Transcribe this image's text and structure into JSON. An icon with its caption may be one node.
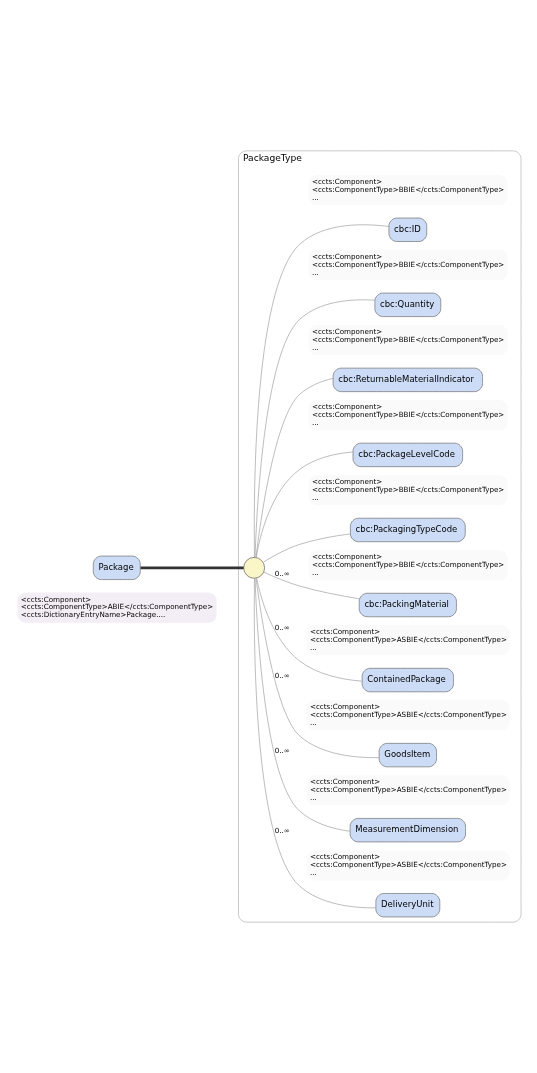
{
  "diagram": {
    "nodes": [
      {
        "text": [
          "Package"
        ],
        "beside": [
          "<ccts:Component> <ccts:ComponentType>ABIE</ccts:ComponentType> <ccts:DictionaryEntryName>Package...."
        ]
      },
      {
        "text": [
          "PackageType"
        ]
      },
      {
        "text": [],
        "shape": "circle",
        "in": 1
      },
      {
        "text": [
          "cbc:ID"
        ],
        "in": 1,
        "beside": [
          "<ccts:Component> <ccts:ComponentType>BBIE</ccts:ComponentType> ..."
        ]
      },
      {
        "text": [
          "cbc:Quantity"
        ],
        "in": 1,
        "beside": [
          "<ccts:Component> <ccts:ComponentType>BBIE</ccts:ComponentType> ..."
        ]
      },
      {
        "text": [
          "cbc:ReturnableMaterialIndicator"
        ],
        "in": 1,
        "beside": [
          "<ccts:Component> <ccts:ComponentType>BBIE</ccts:ComponentType> ..."
        ]
      },
      {
        "text": [
          "cbc:PackageLevelCode"
        ],
        "in": 1,
        "beside": [
          "<ccts:Component> <ccts:ComponentType>BBIE</ccts:ComponentType> ..."
        ]
      },
      {
        "text": [
          "cbc:PackagingTypeCode"
        ],
        "in": 1,
        "beside": [
          "<ccts:Component> <ccts:ComponentType>BBIE</ccts:ComponentType> ..."
        ]
      },
      {
        "text": [
          "cbc:PackingMaterial"
        ],
        "in": 1,
        "beside": [
          "<ccts:Component> <ccts:ComponentType>BBIE</ccts:ComponentType> ..."
        ]
      },
      {
        "text": [
          "ContainedPackage"
        ],
        "in": 1,
        "beside": [
          "<ccts:Component> <ccts:ComponentType>ASBIE</ccts:ComponentType> ..."
        ]
      },
      {
        "text": [
          "GoodsItem"
        ],
        "in": 1,
        "beside": [
          "<ccts:Component> <ccts:ComponentType>ASBIE</ccts:ComponentType> ..."
        ]
      },
      {
        "text": [
          "MeasurementDimension"
        ],
        "in": 1,
        "beside": [
          "<ccts:Component> <ccts:ComponentType>ASBIE</ccts:ComponentType> ..."
        ]
      },
      {
        "text": [
          "DeliveryUnit"
        ],
        "in": 1,
        "beside": [
          "<ccts:Component> <ccts:ComponentType>ASBIE</ccts:ComponentType> ..."
        ]
      }
    ],
    "edges": [
      {
        "from": 0,
        "to": 2,
        "arrow": "none",
        "style": "thick",
        "color": "#333333"
      },
      {
        "from": 2,
        "to": 3,
        "arrow": "none"
      },
      {
        "from": 2,
        "to": 4,
        "arrow": "none"
      },
      {
        "from": 2,
        "to": 5,
        "arrow": "none"
      },
      {
        "from": 2,
        "to": 6,
        "arrow": "none"
      },
      {
        "from": 2,
        "to": 7,
        "arrow": "none"
      },
      {
        "from": 2,
        "to": 8,
        "arrow": "none",
        "label": "0..∞"
      },
      {
        "from": 2,
        "to": 9,
        "arrow": "none",
        "label": "0..∞"
      },
      {
        "from": 2,
        "to": 10,
        "arrow": "none",
        "label": "0..∞"
      },
      {
        "from": 2,
        "to": 11,
        "arrow": "none",
        "label": "0..∞"
      },
      {
        "from": 2,
        "to": 12,
        "arrow": "none",
        "label": "0..∞"
      }
    ]
  }
}
